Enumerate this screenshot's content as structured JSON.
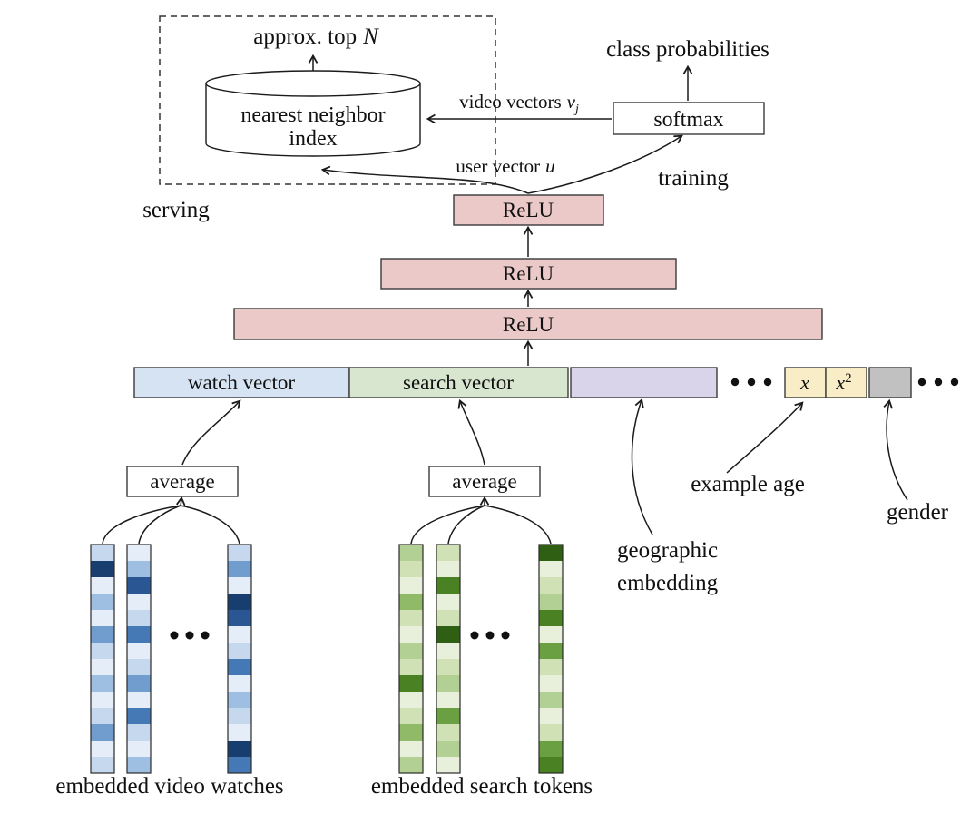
{
  "figure": {
    "approx_top": {
      "prefix": "approx. top",
      "var": "N"
    },
    "class_probabilities": "class probabilities",
    "softmax": "softmax",
    "video_vectors": {
      "prefix": "video vectors",
      "var": "v",
      "sub": "j"
    },
    "user_vector": {
      "prefix": "user vector",
      "var": "u"
    },
    "nearest_neighbor": {
      "line1": "nearest neighbor",
      "line2": "index"
    },
    "serving": "serving",
    "training": "training",
    "relu1": "ReLU",
    "relu2": "ReLU",
    "relu3": "ReLU",
    "watch_vector": "watch vector",
    "search_vector": "search vector",
    "average_left": "average",
    "average_right": "average",
    "geographic": {
      "line1": "geographic",
      "line2": "embedding"
    },
    "example_age": "example age",
    "gender": "gender",
    "age_x": {
      "var": "x"
    },
    "age_x2": {
      "base": "x",
      "exp": "2"
    },
    "embedded_video_watches": "embedded video watches",
    "embedded_search_tokens": "embedded search tokens"
  },
  "colors": {
    "relu_fill": "#ecc9c9",
    "watch_fill": "#d6e3f3",
    "search_fill": "#d9e6cf",
    "geo_fill": "#d9d4ea",
    "age_fill": "#f8edc6",
    "gender_fill": "#c1c1c1",
    "box_fill_white": "#ffffff",
    "line": "#1a1a1a"
  },
  "bars": {
    "watch": {
      "columns": [
        [
          "#c5d8ee",
          "#173e6f",
          "#e4edf8",
          "#9fbfe2",
          "#e4edf8",
          "#709cce",
          "#c5d8ee",
          "#e4edf8",
          "#9fbfe2",
          "#e4edf8",
          "#c5d8ee",
          "#709cce",
          "#e4edf8",
          "#c5d8ee"
        ],
        [
          "#e4edf8",
          "#9fbfe2",
          "#2a5793",
          "#e4edf8",
          "#c5d8ee",
          "#4579b6",
          "#e4edf8",
          "#c5d8ee",
          "#709cce",
          "#e4edf8",
          "#4579b6",
          "#c5d8ee",
          "#e4edf8",
          "#9fbfe2"
        ],
        [
          "#c5d8ee",
          "#709cce",
          "#e4edf8",
          "#173e6f",
          "#2a5793",
          "#e4edf8",
          "#c5d8ee",
          "#4579b6",
          "#e4edf8",
          "#9fbfe2",
          "#c5d8ee",
          "#e4edf8",
          "#173e6f",
          "#4579b6"
        ]
      ]
    },
    "search": {
      "columns": [
        [
          "#b2d093",
          "#cfe1b5",
          "#e8f0dc",
          "#90ba68",
          "#cfe1b5",
          "#e8f0dc",
          "#b2d093",
          "#cfe1b5",
          "#4a8122",
          "#e8f0dc",
          "#cfe1b5",
          "#90ba68",
          "#e8f0dc",
          "#b2d093"
        ],
        [
          "#cfe1b5",
          "#e8f0dc",
          "#4a8122",
          "#e8f0dc",
          "#cfe1b5",
          "#2f5f13",
          "#e8f0dc",
          "#cfe1b5",
          "#b2d093",
          "#e8f0dc",
          "#6ba042",
          "#cfe1b5",
          "#b2d093",
          "#e8f0dc"
        ],
        [
          "#2f5f13",
          "#e8f0dc",
          "#cfe1b5",
          "#b2d093",
          "#4a8122",
          "#e8f0dc",
          "#6ba042",
          "#cfe1b5",
          "#e8f0dc",
          "#b2d093",
          "#e8f0dc",
          "#cfe1b5",
          "#6ba042",
          "#4a8122"
        ]
      ]
    }
  }
}
